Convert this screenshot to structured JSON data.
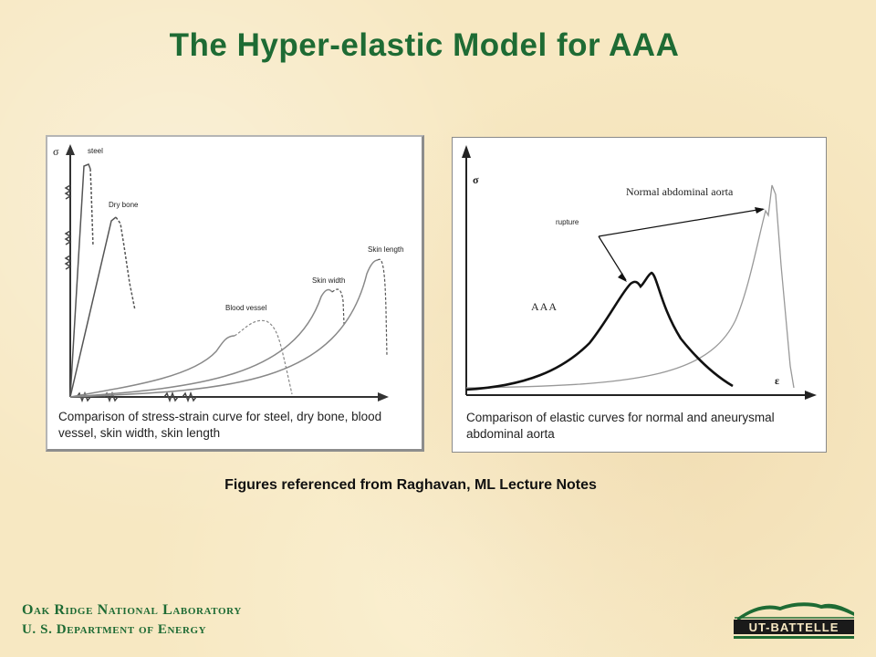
{
  "title": "The Hyper-elastic Model for AAA",
  "left_figure": {
    "y_axis_symbol": "σ",
    "labels": {
      "steel": "steel",
      "dry_bone": "Dry bone",
      "blood_vessel": "Blood vessel",
      "skin_width": "Skin width",
      "skin_length": "Skin length"
    },
    "caption": "Comparison of stress-strain curve for steel, dry bone, blood vessel, skin width, skin length"
  },
  "right_figure": {
    "y_axis_symbol": "σ",
    "x_axis_symbol": "ε",
    "labels": {
      "normal": "Normal abdominal aorta",
      "rupture": "rupture",
      "aaa": "AAA"
    },
    "caption": "Comparison of elastic curves for normal and aneurysmal abdominal aorta"
  },
  "reference": "Figures referenced from Raghavan, ML Lecture Notes",
  "footer": {
    "org_line1": "Oak Ridge National Laboratory",
    "org_line2": "U. S. Department of Energy",
    "logo_text": "UT-BATTELLE"
  },
  "colors": {
    "title": "#1e6b34",
    "background": "#f7e8c2"
  }
}
